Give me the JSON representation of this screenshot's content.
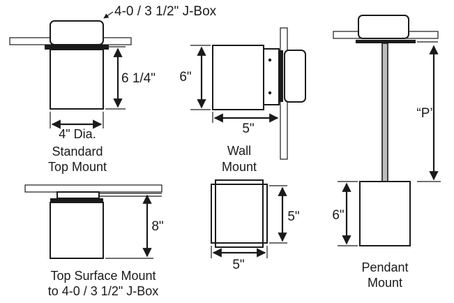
{
  "labels": {
    "jbox_top": "4-0 / 3 1/2\" J-Box",
    "std_height": "6 1/4\"",
    "std_dia": "4\" Dia.",
    "std_title1": "Standard",
    "std_title2": "Top Mount",
    "wall_height": "6\"",
    "wall_width": "5\"",
    "wall_title1": "Wall",
    "wall_title2": "Mount",
    "pendant_p": "“P’",
    "pendant_height": "6\"",
    "pendant_title1": "Pendant",
    "pendant_title2": "Mount",
    "surface_height": "8\"",
    "surface_title1": "Top Surface Mount",
    "surface_title2": "to 4-0 / 3 1/2\" J-Box",
    "square_height": "5\"",
    "square_width": "5\""
  }
}
